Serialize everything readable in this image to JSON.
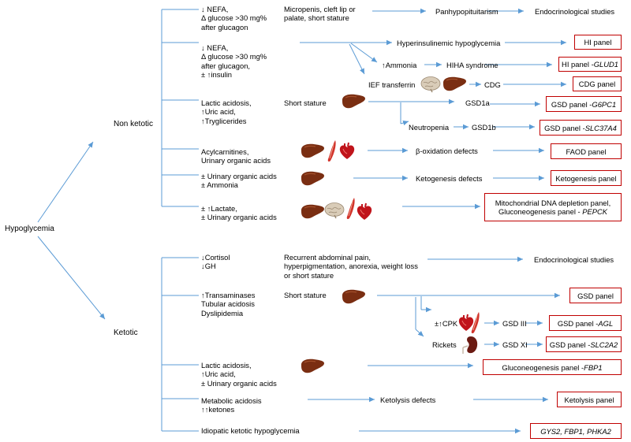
{
  "root": "Hypoglycemia",
  "branches": {
    "non_ketotic": "Non ketotic",
    "ketotic": "Ketotic"
  },
  "nk": {
    "r1": {
      "criteria": [
        "↓ NEFA,",
        "Δ glucose >30 mg%",
        "after glucagon"
      ],
      "features": [
        "Micropenis, cleft lip or",
        "palate, short stature"
      ],
      "dx": "Panhypopituitarism",
      "workup": "Endocrinological studies"
    },
    "r2": {
      "criteria": [
        "↓ NEFA,",
        "Δ glucose >30 mg%",
        "after glucagon,",
        "± ↑insulin"
      ],
      "hi": "Hyperinsulinemic hypoglycemia",
      "hi_panel": "HI panel",
      "ammonia": "↑Ammonia",
      "hiha": "HIHA syndrome",
      "hiha_panel": "HI panel - ",
      "hiha_gene": "GLUD1",
      "ief": "IEF transferrin",
      "cdg": "CDG",
      "cdg_panel": "CDG panel"
    },
    "r3": {
      "criteria": [
        "Lactic acidosis,",
        "↑Uric acid,",
        "↑Tryglicerides"
      ],
      "feature": "Short stature",
      "gsd1a": "GSD1a",
      "gsd1a_panel": "GSD panel - ",
      "gsd1a_gene": "G6PC1",
      "neutropenia": "Neutropenia",
      "gsd1b": "GSD1b",
      "gsd1b_panel": "GSD panel - ",
      "gsd1b_gene": "SLC37A4"
    },
    "r4": {
      "criteria": [
        "Acylcarnitines,",
        "Urinary organic acids"
      ],
      "dx": "β-oxidation defects",
      "panel": "FAOD panel"
    },
    "r5": {
      "criteria": [
        "± Urinary organic acids",
        "± Ammonia"
      ],
      "dx": "Ketogenesis defects",
      "panel": "Ketogenesis panel"
    },
    "r6": {
      "criteria": [
        "± ↑Lactate,",
        "± Urinary organic acids"
      ],
      "panel_line1": "Mitochondrial DNA depletion panel,",
      "panel_line2": "Gluconeogenesis panel - ",
      "panel_gene": "PEPCK"
    }
  },
  "k": {
    "r1": {
      "criteria": [
        "↓Cortisol",
        "↓GH"
      ],
      "features": [
        "Recurrent abdominal pain,",
        "hyperpigmentation, anorexia, weight loss",
        "or short stature"
      ],
      "workup": "Endocrinological studies"
    },
    "r2": {
      "criteria": [
        "↑Transaminases",
        "Tubular acidosis",
        "Dyslipidemia"
      ],
      "feature": "Short stature",
      "panel": "GSD panel",
      "cpk": "±↑CPK",
      "gsd3": "GSD III",
      "gsd3_panel": "GSD panel - ",
      "gsd3_gene": "AGL",
      "rickets": "Rickets",
      "gsd11": "GSD XI",
      "gsd11_panel": "GSD panel - ",
      "gsd11_gene": "SLC2A2"
    },
    "r3": {
      "criteria": [
        "Lactic acidosis,",
        "↑Uric acid,",
        " ± Urinary organic acids"
      ],
      "panel": "Gluconeogenesis panel - ",
      "panel_gene": "FBP1"
    },
    "r4": {
      "criteria": [
        "Metabolic acidosis",
        "↑↑ketones"
      ],
      "dx": "Ketolysis defects",
      "panel": "Ketolysis panel"
    },
    "r5": {
      "criteria": [
        "Idiopatic ketotic hypoglycemia"
      ],
      "genes": "GYS2, FBP1, PHKA2"
    }
  },
  "colors": {
    "arrow": "#5b9bd5",
    "box_border": "#c00000",
    "liver": "#7a2e12",
    "heart": "#c0141b",
    "muscle": "#d2332b",
    "brain": "#d9ccb8",
    "kidney": "#6b1a12"
  },
  "icons": [
    "liver-icon",
    "brain-icon",
    "heart-icon",
    "muscle-icon",
    "kidney-icon"
  ]
}
